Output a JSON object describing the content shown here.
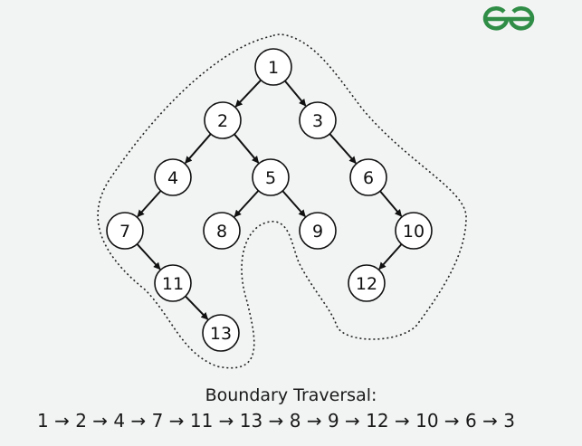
{
  "logo": {
    "text": "GfG",
    "color": "#2f8d46"
  },
  "tree": {
    "nodes": [
      "1",
      "2",
      "3",
      "4",
      "5",
      "6",
      "7",
      "8",
      "9",
      "10",
      "11",
      "12",
      "13"
    ],
    "edges": [
      [
        "1",
        "2"
      ],
      [
        "1",
        "3"
      ],
      [
        "2",
        "4"
      ],
      [
        "2",
        "5"
      ],
      [
        "3",
        "6"
      ],
      [
        "4",
        "7"
      ],
      [
        "5",
        "8"
      ],
      [
        "5",
        "9"
      ],
      [
        "6",
        "10"
      ],
      [
        "7",
        "11"
      ],
      [
        "10",
        "12"
      ],
      [
        "11",
        "13"
      ]
    ]
  },
  "caption": "Boundary Traversal:",
  "sequence": [
    "1",
    "2",
    "4",
    "7",
    "11",
    "13",
    "8",
    "9",
    "12",
    "10",
    "6",
    "3"
  ],
  "arrow": "→"
}
